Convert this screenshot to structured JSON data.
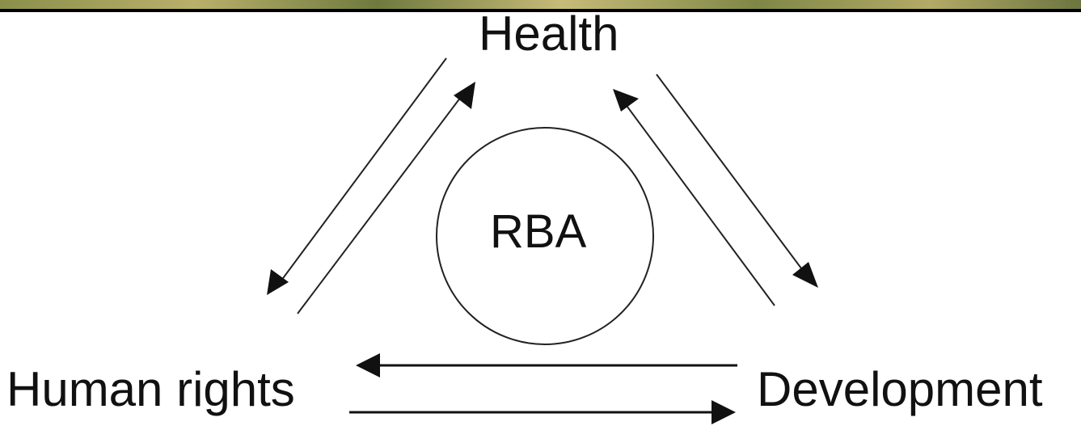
{
  "nodes": {
    "top": "Health",
    "left": "Human rights",
    "right": "Development",
    "center": "RBA"
  },
  "colors": {
    "ink": "#111111",
    "background": "#ffffff"
  }
}
